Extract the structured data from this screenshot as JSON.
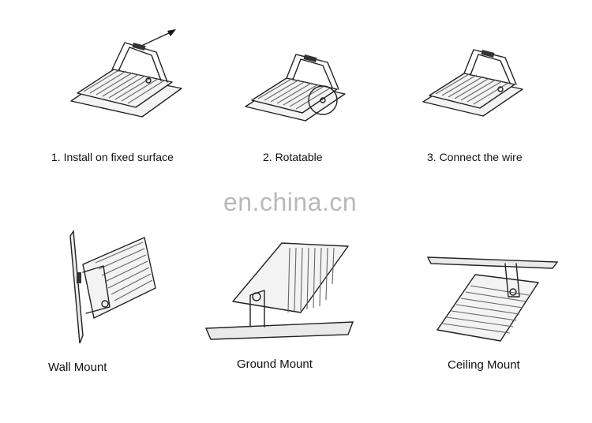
{
  "steps": [
    {
      "label": "1. Install on fixed surface"
    },
    {
      "label": "2. Rotatable"
    },
    {
      "label": "3. Connect the wire"
    }
  ],
  "watermark": "en.china.cn",
  "mounts": [
    {
      "label": "Wall Mount"
    },
    {
      "label": "Ground Mount"
    },
    {
      "label": "Ceiling Mount"
    }
  ]
}
